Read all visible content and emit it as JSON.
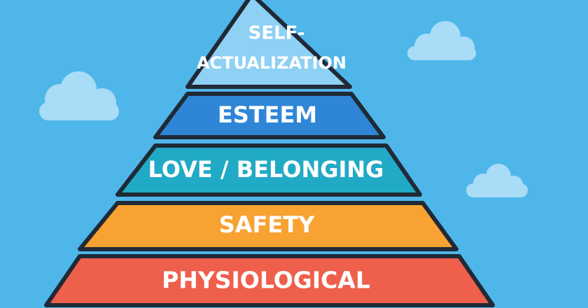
{
  "colors": {
    "sky": "#4fb6ea",
    "cloud": "#a9dcf6",
    "outline": "#1f2a36",
    "label": "#ffffff"
  },
  "pyramid": {
    "tiers": [
      {
        "id": "self-actualization",
        "lines": [
          "SELF-",
          "ACTUALIZATION"
        ],
        "color": "#8fd0f5"
      },
      {
        "id": "esteem",
        "lines": [
          "ESTEEM"
        ],
        "color": "#2f86d6"
      },
      {
        "id": "love-belonging",
        "lines": [
          "LOVE / BELONGING"
        ],
        "color": "#21aac6"
      },
      {
        "id": "safety",
        "lines": [
          "SAFETY"
        ],
        "color": "#f8a232"
      },
      {
        "id": "physiological",
        "lines": [
          "PHYSIOLOGICAL"
        ],
        "color": "#ee5f4c"
      }
    ]
  }
}
